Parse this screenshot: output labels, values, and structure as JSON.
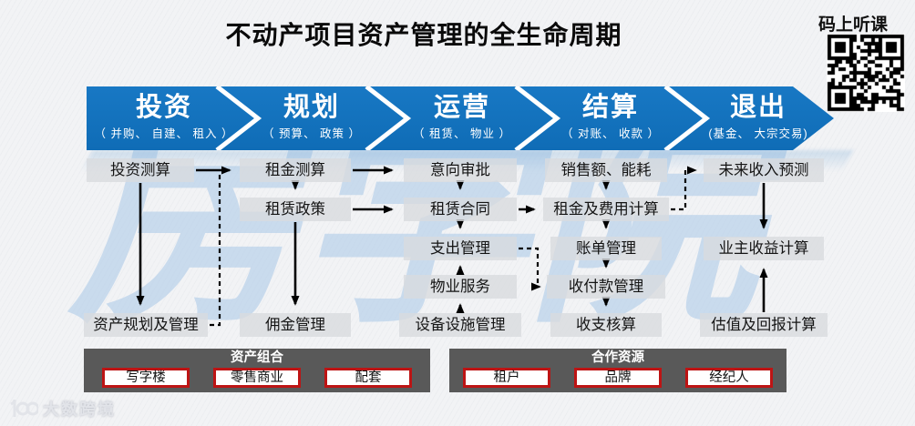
{
  "header": {
    "title": "不动产项目资产管理的全生命周期",
    "qr_label": "码上听课"
  },
  "watermark": {
    "text": "房学院"
  },
  "stages": [
    {
      "label": "投资",
      "sub": "（ 并购、 自建、 租入 ）"
    },
    {
      "label": "规划",
      "sub": "（ 预算、 政策 ）"
    },
    {
      "label": "运营",
      "sub": "（ 租赁、 物业 ）"
    },
    {
      "label": "结算",
      "sub": "（ 对账、 收款 ）"
    },
    {
      "label": "退出",
      "sub": "(基金、 大宗交易)"
    }
  ],
  "nodes": {
    "investment_calc": "投资测算",
    "asset_planning": "资产规划及管理",
    "rent_calc": "租金测算",
    "leasing_policy": "租赁政策",
    "commission_mgmt": "佣金管理",
    "intent_approval": "意向审批",
    "lease_contract": "租赁合同",
    "expense_mgmt": "支出管理",
    "property_service": "物业服务",
    "facility_mgmt": "设备设施管理",
    "sales_energy": "销售额、能耗",
    "rent_fee_calc": "租金及费用计算",
    "bill_mgmt": "账单管理",
    "payment_mgmt": "收付款管理",
    "income_expense_acct": "收支核算",
    "future_income": "未来收入预测",
    "owner_return_calc": "业主收益计算",
    "valuation_return_calc": "估值及回报计算"
  },
  "panels": [
    {
      "title": "资产组合",
      "items": [
        "写字楼",
        "零售商业",
        "配套"
      ]
    },
    {
      "title": "合作资源",
      "items": [
        "租户",
        "品牌",
        "经纪人"
      ]
    }
  ],
  "footer": {
    "logo_text": "大数跨境"
  },
  "colors": {
    "stage_blue": "#1173be",
    "node_gray": "#d8dbdf",
    "panel_gray": "#595959",
    "panel_item_border_red": "#bd1414",
    "watermark_blue": "#a9c8e8"
  }
}
